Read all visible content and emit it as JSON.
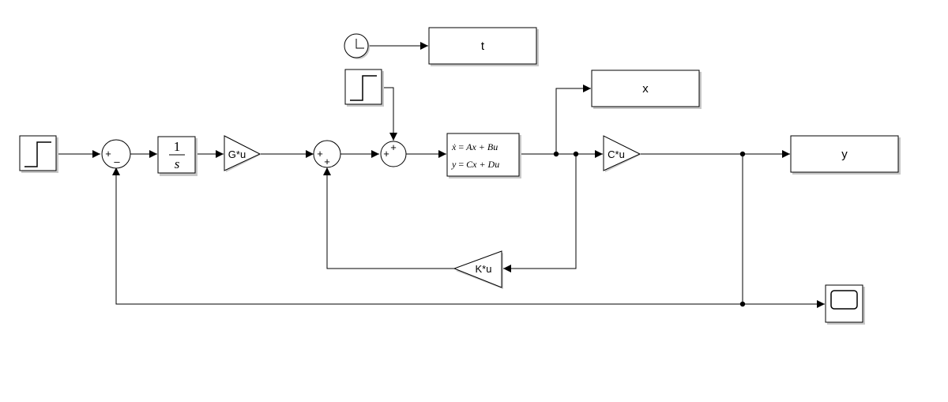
{
  "diagram": {
    "source_step": {
      "icon": "step-icon"
    },
    "sum1": {
      "signs": [
        "+",
        "–"
      ]
    },
    "integrator": {
      "num": "1",
      "den": "s"
    },
    "gain_g": {
      "label": "G*u"
    },
    "sum2": {
      "signs": [
        "+",
        "+"
      ]
    },
    "sum3": {
      "signs": [
        "+",
        "+"
      ]
    },
    "clock": {
      "icon": "clock-icon"
    },
    "step2": {
      "icon": "step-icon"
    },
    "state_space": {
      "line1_lhs": "ẋ",
      "line1_rhs": "Ax + Bu",
      "line2_lhs": "y",
      "line2_rhs": "Cx + Du"
    },
    "gain_c": {
      "label": "C*u"
    },
    "gain_k": {
      "label": "K*u"
    },
    "out_t": {
      "label": "t"
    },
    "out_x": {
      "label": "x"
    },
    "out_y": {
      "label": "y"
    },
    "scope": {
      "icon": "scope-icon"
    }
  }
}
